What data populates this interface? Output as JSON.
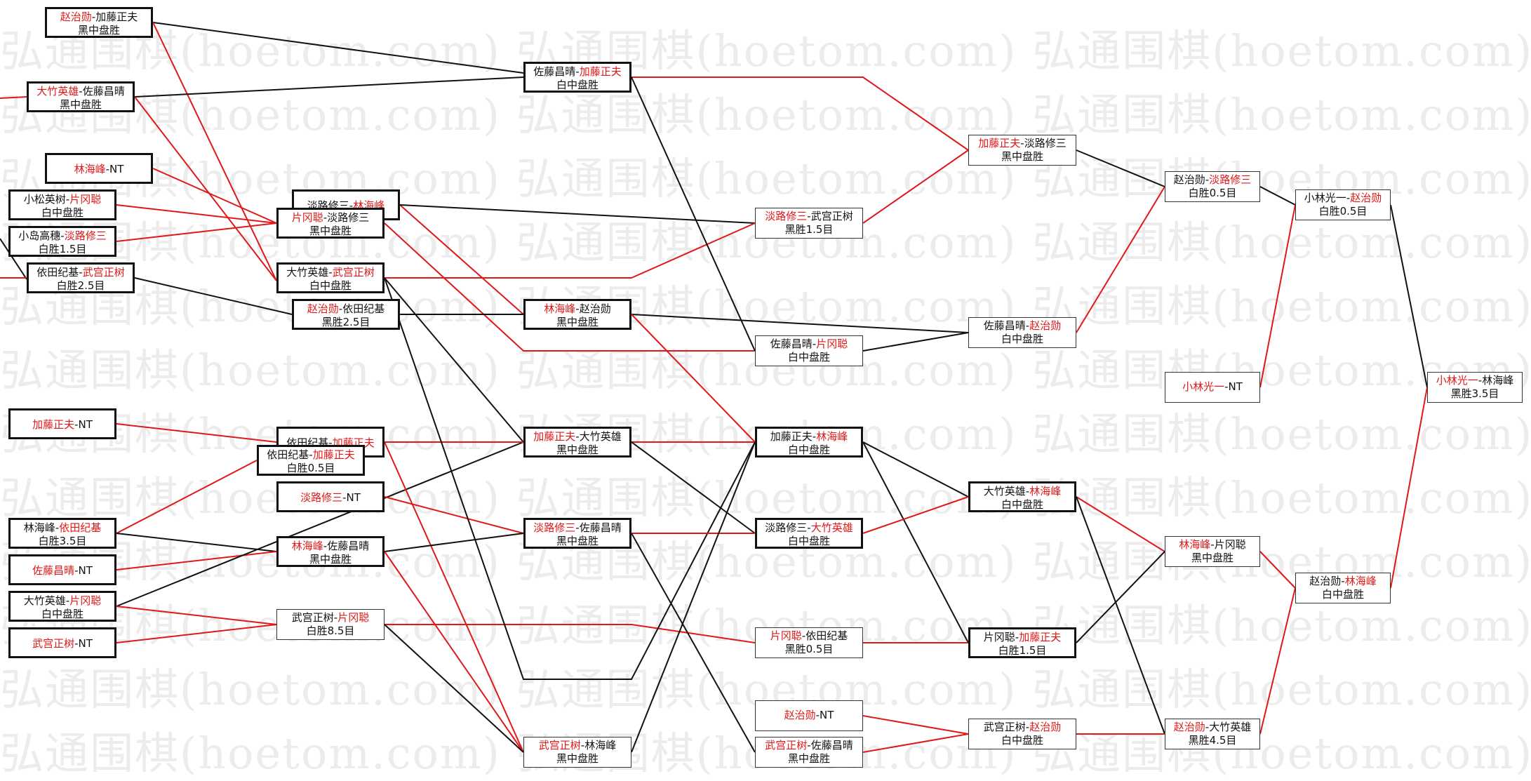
{
  "watermark": {
    "text": "弘通围棋(hoetom.com)"
  },
  "colors": {
    "winner": "#e01818",
    "loser": "#111111",
    "bold_border": "#111111",
    "thin_border": "#333333"
  },
  "nodes": [
    {
      "id": "a1",
      "p1": "赵治勋",
      "p2": "加藤正夫",
      "sep": "-",
      "result": "黑中盘胜",
      "hl": 1,
      "bold": true
    },
    {
      "id": "a2",
      "p1": "大竹英雄",
      "p2": "佐藤昌晴",
      "sep": "-",
      "result": "黑中盘胜",
      "hl": 1,
      "bold": true
    },
    {
      "id": "a3",
      "p1": "林海峰",
      "p2": "NT",
      "sep": "-",
      "result": "",
      "hl": 1,
      "bold": true
    },
    {
      "id": "a4",
      "p1": "小松英树",
      "p2": "片冈聪",
      "sep": "-",
      "result": "白中盘胜",
      "hl": 2,
      "bold": true
    },
    {
      "id": "a5",
      "p1": "小岛高穗",
      "p2": "淡路修三",
      "sep": "-",
      "result": "白胜1.5目",
      "hl": 2,
      "bold": true
    },
    {
      "id": "a6",
      "p1": "依田纪基",
      "p2": "武宫正树",
      "sep": "-",
      "result": "白胜2.5目",
      "hl": 2,
      "bold": true
    },
    {
      "id": "a7",
      "p1": "加藤正夫",
      "p2": "NT",
      "sep": "-",
      "result": "",
      "hl": 1,
      "bold": true
    },
    {
      "id": "a8",
      "p1": "林海峰",
      "p2": "依田纪基",
      "sep": "-",
      "result": "白胜3.5目",
      "hl": 2,
      "bold": true
    },
    {
      "id": "a9",
      "p1": "佐藤昌晴",
      "p2": "NT",
      "sep": "-",
      "result": "",
      "hl": 1,
      "bold": true
    },
    {
      "id": "a10",
      "p1": "大竹英雄",
      "p2": "片冈聪",
      "sep": "-",
      "result": "白中盘胜",
      "hl": 2,
      "bold": true
    },
    {
      "id": "a11",
      "p1": "武宫正树",
      "p2": "NT",
      "sep": "-",
      "result": "",
      "hl": 1,
      "bold": true
    },
    {
      "id": "b1",
      "p1": "淡路修三",
      "p2": "林海峰",
      "sep": "-",
      "result": "",
      "hl": 2,
      "bold": true
    },
    {
      "id": "b2",
      "p1": "片冈聪",
      "p2": "淡路修三",
      "sep": "-",
      "result": "黑中盘胜",
      "hl": 1,
      "bold": true
    },
    {
      "id": "b3",
      "p1": "大竹英雄",
      "p2": "武宫正树",
      "sep": "-",
      "result": "白中盘胜",
      "hl": 2,
      "bold": true
    },
    {
      "id": "b4",
      "p1": "赵治勋",
      "p2": "依田纪基",
      "sep": "-",
      "result": "黑胜2.5目",
      "hl": 1,
      "bold": true
    },
    {
      "id": "b5",
      "p1": "依田纪基",
      "p2": "加藤正夫",
      "sep": "-",
      "result": "",
      "hl": 2,
      "bold": true
    },
    {
      "id": "b6",
      "p1": "依田纪基",
      "p2": "加藤正夫",
      "sep": "-",
      "result": "白胜0.5目",
      "hl": 2,
      "bold": true
    },
    {
      "id": "b7",
      "p1": "淡路修三",
      "p2": "NT",
      "sep": "-",
      "result": "",
      "hl": 1,
      "bold": true
    },
    {
      "id": "b8",
      "p1": "林海峰",
      "p2": "佐藤昌晴",
      "sep": "-",
      "result": "黑中盘胜",
      "hl": 1,
      "bold": true
    },
    {
      "id": "b9",
      "p1": "武宫正树",
      "p2": "片冈聪",
      "sep": "-",
      "result": "白胜8.5目",
      "hl": 2,
      "bold": false
    },
    {
      "id": "c1",
      "p1": "佐藤昌晴",
      "p2": "加藤正夫",
      "sep": "-",
      "result": "白中盘胜",
      "hl": 2,
      "bold": true
    },
    {
      "id": "c2",
      "p1": "林海峰",
      "p2": "赵治勋",
      "sep": "-",
      "result": "黑中盘胜",
      "hl": 1,
      "bold": true
    },
    {
      "id": "c3",
      "p1": "加藤正夫",
      "p2": "大竹英雄",
      "sep": "-",
      "result": "黑中盘胜",
      "hl": 1,
      "bold": true
    },
    {
      "id": "c4",
      "p1": "淡路修三",
      "p2": "佐藤昌晴",
      "sep": "-",
      "result": "黑中盘胜",
      "hl": 1,
      "bold": true
    },
    {
      "id": "c5",
      "p1": "武宫正树",
      "p2": "林海峰",
      "sep": "-",
      "result": "黑中盘胜",
      "hl": 1,
      "bold": false
    },
    {
      "id": "d1",
      "p1": "淡路修三",
      "p2": "武宫正树",
      "sep": "-",
      "result": "黑胜1.5目",
      "hl": 1,
      "bold": false
    },
    {
      "id": "d2",
      "p1": "佐藤昌晴",
      "p2": "片冈聪",
      "sep": "-",
      "result": "白中盘胜",
      "hl": 2,
      "bold": false
    },
    {
      "id": "d3",
      "p1": "加藤正夫",
      "p2": "林海峰",
      "sep": "-",
      "result": "白中盘胜",
      "hl": 2,
      "bold": true
    },
    {
      "id": "d4",
      "p1": "淡路修三",
      "p2": "大竹英雄",
      "sep": "-",
      "result": "白中盘胜",
      "hl": 2,
      "bold": true
    },
    {
      "id": "d5",
      "p1": "片冈聪",
      "p2": "依田纪基",
      "sep": "-",
      "result": "黑胜0.5目",
      "hl": 1,
      "bold": false
    },
    {
      "id": "d6",
      "p1": "赵治勋",
      "p2": "NT",
      "sep": "-",
      "result": "",
      "hl": 1,
      "bold": false
    },
    {
      "id": "d7",
      "p1": "武宫正树",
      "p2": "佐藤昌晴",
      "sep": "-",
      "result": "黑中盘胜",
      "hl": 1,
      "bold": false
    },
    {
      "id": "e1",
      "p1": "加藤正夫",
      "p2": "淡路修三",
      "sep": "-",
      "result": "黑中盘胜",
      "hl": 1,
      "bold": false
    },
    {
      "id": "e2",
      "p1": "佐藤昌晴",
      "p2": "赵治勋",
      "sep": "-",
      "result": "白中盘胜",
      "hl": 2,
      "bold": false
    },
    {
      "id": "e3",
      "p1": "大竹英雄",
      "p2": "林海峰",
      "sep": "-",
      "result": "白中盘胜",
      "hl": 2,
      "bold": true
    },
    {
      "id": "e4",
      "p1": "片冈聪",
      "p2": "加藤正夫",
      "sep": "-",
      "result": "白胜1.5目",
      "hl": 2,
      "bold": true
    },
    {
      "id": "e5",
      "p1": "武宫正树",
      "p2": "赵治勋",
      "sep": "-",
      "result": "白中盘胜",
      "hl": 2,
      "bold": false
    },
    {
      "id": "f1",
      "p1": "赵治勋",
      "p2": "淡路修三",
      "sep": "-",
      "result": "白胜0.5目",
      "hl": 2,
      "bold": false
    },
    {
      "id": "f2",
      "p1": "小林光一",
      "p2": "NT",
      "sep": "-",
      "result": "",
      "hl": 1,
      "bold": false
    },
    {
      "id": "f3",
      "p1": "林海峰",
      "p2": "片冈聪",
      "sep": "-",
      "result": "黑中盘胜",
      "hl": 1,
      "bold": false
    },
    {
      "id": "f4",
      "p1": "赵治勋",
      "p2": "大竹英雄",
      "sep": "-",
      "result": "黑胜4.5目",
      "hl": 1,
      "bold": false
    },
    {
      "id": "g1",
      "p1": "小林光一",
      "p2": "赵治勋",
      "sep": "-",
      "result": "白胜0.5目",
      "hl": 2,
      "bold": false
    },
    {
      "id": "g2",
      "p1": "赵治勋",
      "p2": "林海峰",
      "sep": "-",
      "result": "白中盘胜",
      "hl": 2,
      "bold": false
    },
    {
      "id": "h1",
      "p1": "小林光一",
      "p2": "林海峰",
      "sep": "-",
      "result": "黑胜3.5目",
      "hl": 1,
      "bold": false
    }
  ]
}
